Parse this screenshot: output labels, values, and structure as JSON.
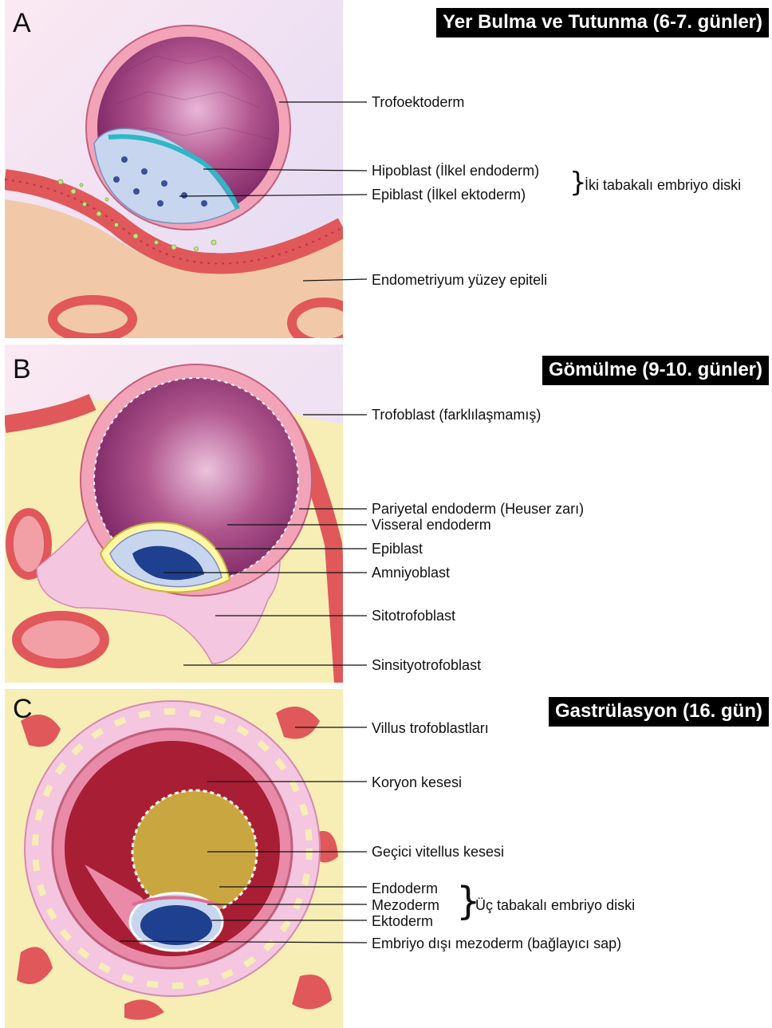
{
  "panels": [
    {
      "letter": "A",
      "title": "Yer Bulma ve Tutunma (6-7. günler)",
      "labels": {
        "trophectoderm": "Trofoektoderm",
        "hypoblast": "Hipoblast (İlkel endoderm)",
        "epiblast": "Epiblast (İlkel ektoderm)",
        "group": "İki tabakalı embriyo diski",
        "endometrium": "Endometriyum yüzey epiteli"
      }
    },
    {
      "letter": "B",
      "title": "Gömülme (9-10. günler)",
      "labels": {
        "trophoblast": "Trofoblast (farklılaşmamış)",
        "parietal": "Pariyetal endoderm (Heuser zarı)",
        "visceral": "Visseral endoderm",
        "epiblast": "Epiblast",
        "amnioblast": "Amniyoblast",
        "cytotrophoblast": "Sitotrofoblast",
        "syncytiotrophoblast": "Sinsityotrofoblast"
      }
    },
    {
      "letter": "C",
      "title": "Gastrülasyon (16. gün)",
      "labels": {
        "villus": "Villus trofoblastları",
        "chorion": "Koryon kesesi",
        "yolk": "Geçici vitellus kesesi",
        "endoderm": "Endoderm",
        "mesoderm": "Mezoderm",
        "ectoderm": "Ektoderm",
        "group": "Üç tabakalı embriyo diski",
        "extra": "Embriyo dışı mezoderm (bağlayıcı sap)"
      }
    }
  ],
  "colors": {
    "trophoblast_pink": "#f2a3b8",
    "blastocoel_purple": "#8f3470",
    "epiblast_blue": "#c7d6ee",
    "amnion_blue": "#1f3f8f",
    "endometrium_red": "#e0585a",
    "stroma_yellow": "#f6eeb5",
    "chorion_red": "#a81e34",
    "yolk_gold": "#c9a640"
  }
}
